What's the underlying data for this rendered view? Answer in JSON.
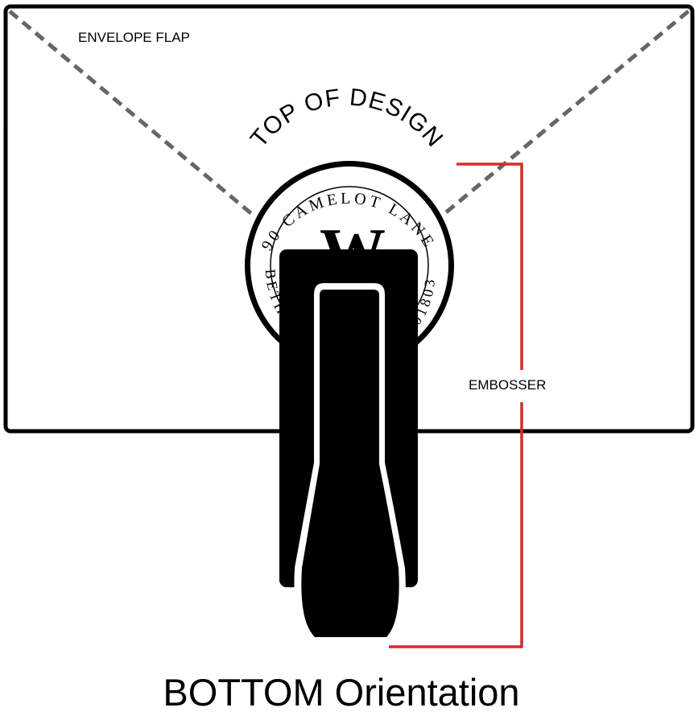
{
  "labels": {
    "envelope_flap": "ENVELOPE FLAP",
    "top_of_design": "TOP OF DESIGN",
    "embosser": "EMBOSSER",
    "caption": "BOTTOM Orientation"
  },
  "seal": {
    "monogram": "W",
    "ring_text_top": "90 CAMELOT LANE",
    "ring_text_left": "BETH",
    "ring_text_right": "01803"
  },
  "colors": {
    "outline": "#000000",
    "fold_line": "#666666",
    "bracket": "#d12c2c",
    "background": "#ffffff"
  }
}
